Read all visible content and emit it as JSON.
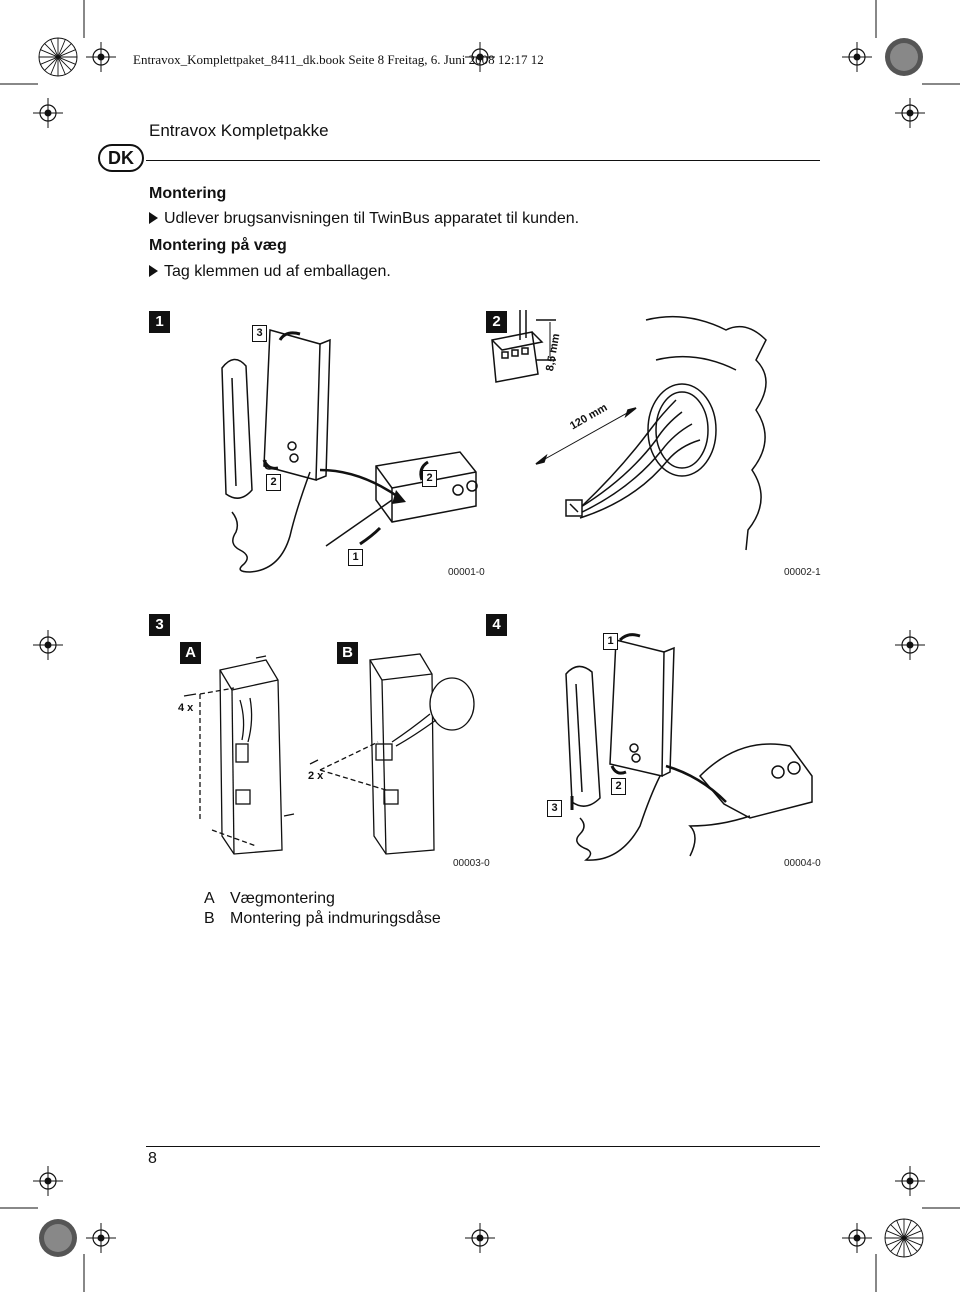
{
  "header": {
    "slug": "Entravox_Komplettpaket_8411_dk.book  Seite 8  Freitag, 6. Juni 2008  12:17 12",
    "doc_title": "Entravox Kompletpakke",
    "language_badge": "DK"
  },
  "sections": {
    "montering_heading": "Montering",
    "montering_bullet": "Udlever brugsanvisningen til TwinBus apparatet til  kunden.",
    "vaeg_heading": "Montering på væg",
    "vaeg_bullet": "Tag klemmen ud af emballagen."
  },
  "figures": {
    "fig1": {
      "number": "1",
      "code": "00001-0",
      "callouts": [
        "3",
        "2",
        "2",
        "1"
      ]
    },
    "fig2": {
      "number": "2",
      "code": "00002-1",
      "dim_cable": "120 mm",
      "dim_strip": "8,5 mm"
    },
    "fig3": {
      "number": "3",
      "code": "00003-0",
      "label_a": "A",
      "label_b": "B",
      "qty_a": "4 x",
      "qty_b": "2 x"
    },
    "fig4": {
      "number": "4",
      "code": "00004-0",
      "callouts": [
        "1",
        "3",
        "2"
      ]
    }
  },
  "legend": [
    {
      "key": "A",
      "text": "Vægmontering"
    },
    {
      "key": "B",
      "text": "Montering på indmuringsdåse"
    }
  ],
  "footer": {
    "page_number": "8"
  }
}
